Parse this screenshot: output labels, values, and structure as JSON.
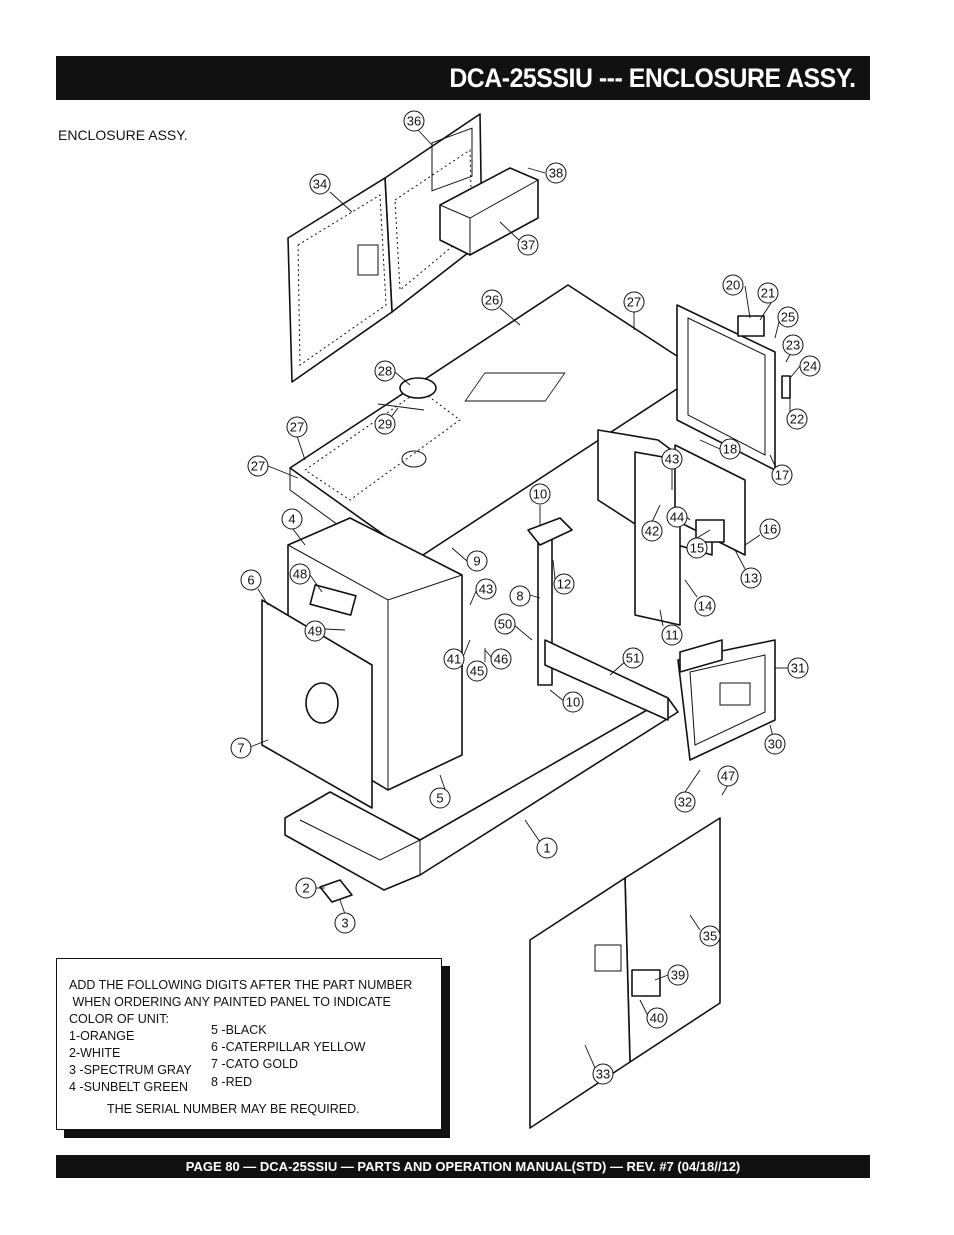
{
  "header": {
    "title": "DCA-25SSIU --- ENCLOSURE ASSY."
  },
  "section": {
    "label": "ENCLOSURE ASSY."
  },
  "note": {
    "line1": "ADD THE FOLLOWING DIGITS AFTER THE PART NUMBER",
    "line2": " WHEN ORDERING ANY PAINTED PANEL TO INDICATE",
    "line3": "COLOR OF UNIT:",
    "colors_left": [
      "1-ORANGE",
      "2-WHITE",
      "3 -SPECTRUM GRAY",
      "4 -SUNBELT GREEN"
    ],
    "colors_right": [
      "5 -BLACK",
      "6 -CATERPILLAR YELLOW",
      "7 -CATO GOLD",
      "8 -RED"
    ],
    "serial": "THE SERIAL NUMBER MAY BE REQUIRED."
  },
  "callouts": [
    "36",
    "38",
    "34",
    "37",
    "26",
    "27",
    "20",
    "21",
    "25",
    "23",
    "24",
    "22",
    "28",
    "29",
    "27",
    "27",
    "18",
    "17",
    "43",
    "10",
    "16",
    "4",
    "44",
    "42",
    "15",
    "13",
    "9",
    "6",
    "48",
    "43",
    "12",
    "8",
    "14",
    "11",
    "50",
    "49",
    "41",
    "45",
    "46",
    "51",
    "31",
    "10",
    "30",
    "7",
    "47",
    "5",
    "32",
    "1",
    "2",
    "35",
    "3",
    "39",
    "40",
    "33"
  ],
  "footer": {
    "text": "PAGE 80 — DCA-25SSIU — PARTS AND OPERATION  MANUAL(STD) — REV. #7  (04/18//12)"
  }
}
